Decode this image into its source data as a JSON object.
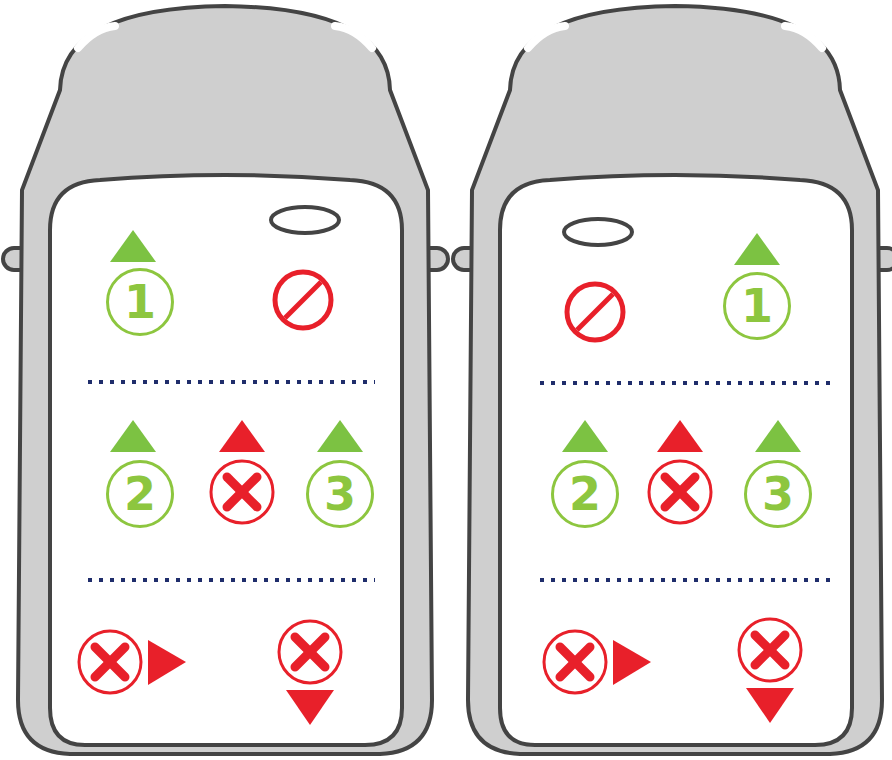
{
  "diagram": {
    "nodes": [
      {
        "text": [
          "1"
        ]
      },
      {
        "text": [
          "2"
        ]
      },
      {
        "text": [
          "3"
        ]
      },
      {
        "text": [
          "1"
        ]
      },
      {
        "text": [
          "2"
        ]
      },
      {
        "text": [
          "3"
        ]
      }
    ]
  }
}
